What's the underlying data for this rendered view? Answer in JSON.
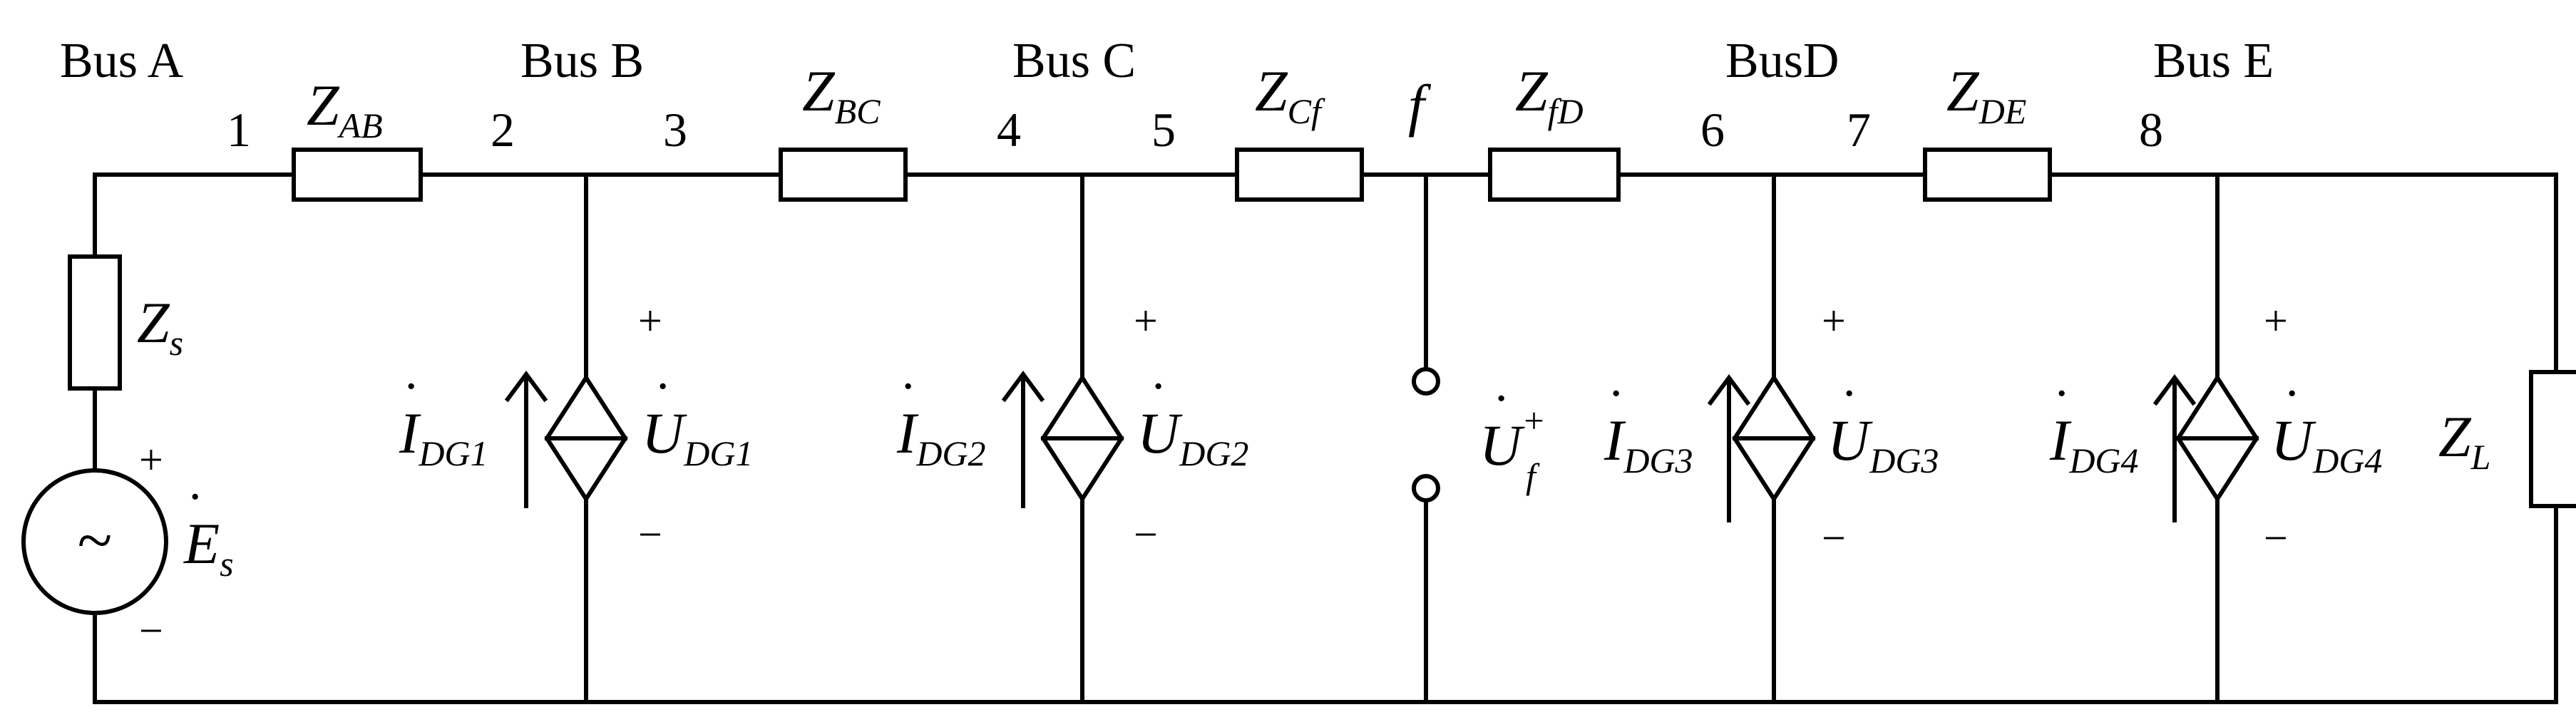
{
  "buses": {
    "a": "Bus A",
    "b": "Bus B",
    "c": "Bus C",
    "d": "BusD",
    "e": "Bus E"
  },
  "nodes": [
    "1",
    "2",
    "3",
    "4",
    "5",
    "6",
    "7",
    "8"
  ],
  "fault_node": "f",
  "impedances": {
    "ab": {
      "symbol": "Z",
      "sub": "AB"
    },
    "bc": {
      "symbol": "Z",
      "sub": "BC"
    },
    "cf": {
      "symbol": "Z",
      "sub": "Cf"
    },
    "fd": {
      "symbol": "Z",
      "sub": "fD"
    },
    "de": {
      "symbol": "Z",
      "sub": "DE"
    },
    "s": {
      "symbol": "Z",
      "sub": "s"
    },
    "l": {
      "symbol": "Z",
      "sub": "L"
    }
  },
  "source": {
    "symbol": "E",
    "sub": "s",
    "glyph": "~"
  },
  "dgs": [
    {
      "i_symbol": "I",
      "i_sub": "DG1",
      "u_symbol": "U",
      "u_sub": "DG1"
    },
    {
      "i_symbol": "I",
      "i_sub": "DG2",
      "u_symbol": "U",
      "u_sub": "DG2"
    },
    {
      "i_symbol": "I",
      "i_sub": "DG3",
      "u_symbol": "U",
      "u_sub": "DG3"
    },
    {
      "i_symbol": "I",
      "i_sub": "DG4",
      "u_symbol": "U",
      "u_sub": "DG4"
    }
  ],
  "fault_voltage": {
    "symbol": "U",
    "sup": "+",
    "sub": "f"
  },
  "signs": {
    "plus": "+",
    "minus": "−"
  },
  "dot": "·"
}
